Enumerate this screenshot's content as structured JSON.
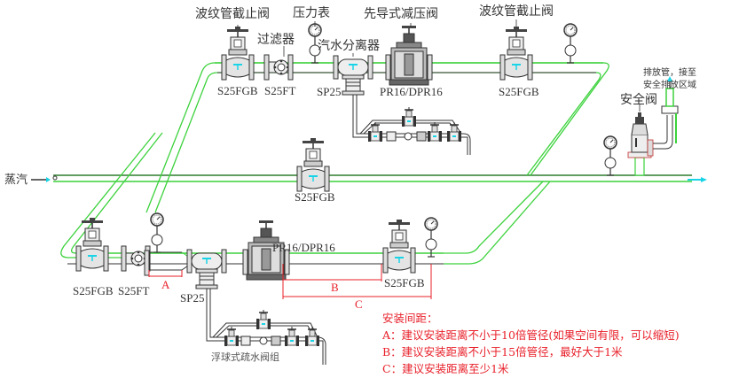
{
  "labels": {
    "bellows_valve_top_left": "波纹管截止阀",
    "pressure_gauge": "压力表",
    "filter": "过滤器",
    "separator": "汽水分离器",
    "pilot_reducing_valve": "先导式减压阀",
    "bellows_valve_top_right": "波纹管截止阀",
    "safety_valve": "安全阀",
    "vent_pipe_line1": "排放管，接至",
    "vent_pipe_line2": "安全排放区域",
    "steam_inlet": "蒸汽",
    "float_trap_group": "浮球式疏水阀组"
  },
  "models": {
    "top_globe_valve_left": "S25FGB",
    "top_strainer": "S25FT",
    "top_separator": "SP25",
    "top_reducing_valve": "PR16/DPR16",
    "top_globe_valve_right": "S25FGB",
    "bypass_globe_valve": "S25FGB",
    "bottom_globe_valve_left": "S25FGB",
    "bottom_strainer": "S25FT",
    "bottom_separator": "SP25",
    "bottom_reducing_valve": "PR16/DPR16",
    "bottom_globe_valve_right": "S25FGB"
  },
  "dimensions": {
    "a": "A",
    "b": "B",
    "c": "C"
  },
  "notes": {
    "title": "安装间距：",
    "a": "A：建议安装距离不小于10倍管径(如果空间有限，可以缩短)",
    "b": "B：建议安装距离不小于15倍管径，最好大于1米",
    "c": "C：建议安装距离至少1米"
  },
  "colors": {
    "pipe_green": "#3cd23c",
    "pipe_dark": "#333333",
    "dimension_red": "#e8202a",
    "flow_cyan": "#19d4e6"
  }
}
